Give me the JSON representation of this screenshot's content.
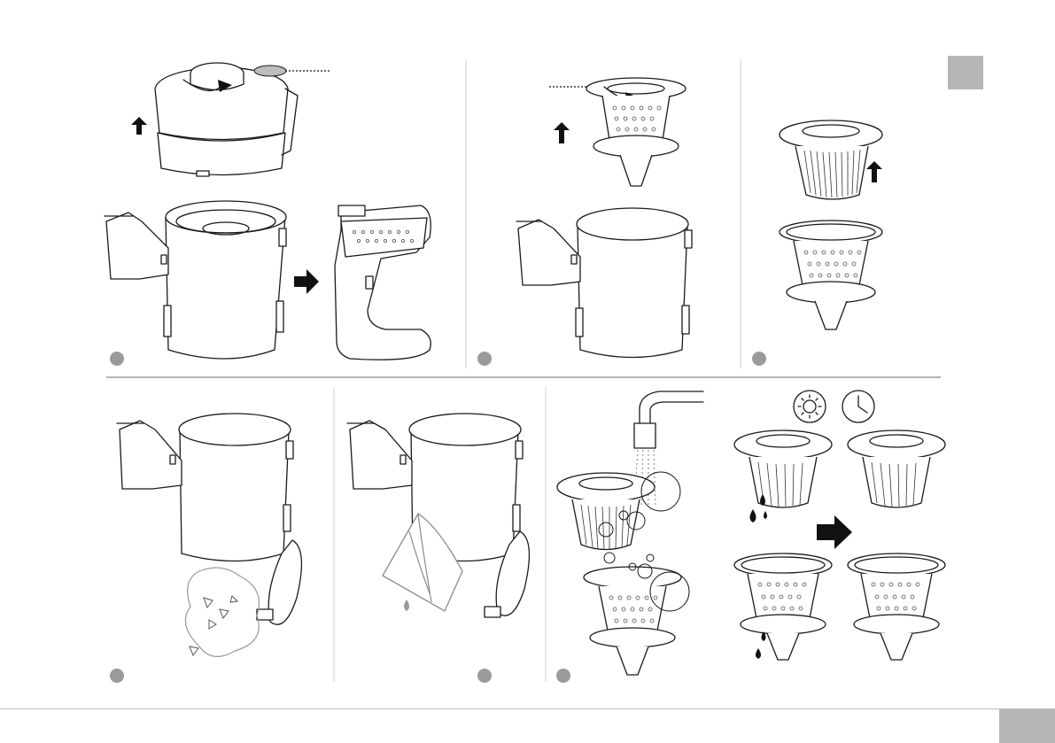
{
  "page": {
    "colors": {
      "line": "#1a1a1a",
      "step_marker": "#9a9a9a",
      "corner_tab": "#b6b6b6",
      "divider": "#bdbdbd"
    }
  },
  "panels": [
    {
      "id": "panel-1",
      "icon": "dust-cup-lid-twist-off-icon"
    },
    {
      "id": "panel-2",
      "icon": "inner-filter-twist-off-icon"
    },
    {
      "id": "panel-3",
      "icon": "filter-separate-icon"
    },
    {
      "id": "panel-4",
      "icon": "empty-dust-cup-icon"
    },
    {
      "id": "panel-5",
      "icon": "wipe-dust-cup-icon"
    },
    {
      "id": "panel-6",
      "icon": "rinse-filter-icon"
    },
    {
      "id": "panel-7",
      "icon": "dry-filter-sun-clock-icon"
    }
  ],
  "icons": [
    "sun-icon",
    "clock-icon",
    "arrow-right-icon",
    "arrow-up-icon",
    "water-drop-icon",
    "cloth-icon",
    "faucet-icon"
  ]
}
